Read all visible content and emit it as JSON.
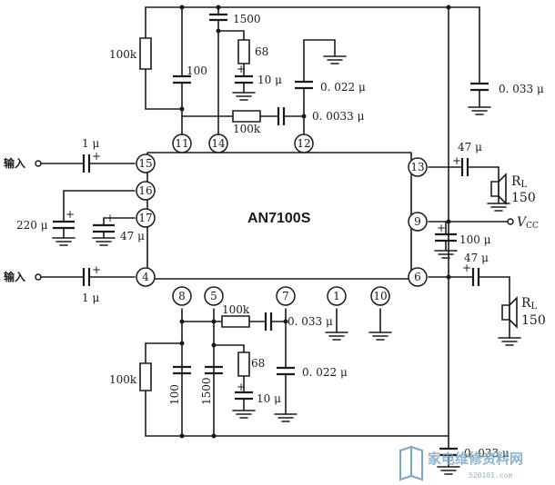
{
  "chip_name": "AN7100S",
  "input_label": "输入",
  "vcc": {
    "symbol": "V",
    "subscript": "CC"
  },
  "load": {
    "symbol": "R",
    "subscript": "L",
    "value": "150"
  },
  "pins": {
    "p11": "11",
    "p14": "14",
    "p12": "12",
    "p15": "15",
    "p16": "16",
    "p17": "17",
    "p4": "4",
    "p13": "13",
    "p9": "9",
    "p6": "6",
    "p8": "8",
    "p5": "5",
    "p7": "7",
    "p1": "1",
    "p10": "10"
  },
  "components": {
    "top_res_100k": "100k",
    "top_cap_100": "100",
    "cap_1500_top": "1500",
    "res_68_top": "68",
    "cap_10u_top": "10 μ",
    "cap_0022_top": "0. 022 μ",
    "res_100k_bridge_top": "100k",
    "cap_00033": "0. 0033 μ",
    "cap_0033_right": "0. 033 μ",
    "cap_1u_in1": "1 μ",
    "cap_220u": "220 μ",
    "cap_47u_p17": "47 μ",
    "cap_1u_in2": "1 μ",
    "cap_47u_out1": "47 μ",
    "cap_100u_vcc": "100 μ",
    "cap_47u_out2": "47 μ",
    "res_100k_bridge_bot": "100k",
    "cap_0033_bot": "0. 033 μ",
    "res_100k_bot_left": "100k",
    "cap_100_bot": "100",
    "cap_1500_bot": "1500",
    "res_68_bot": "68",
    "cap_10u_bot": "10 μ",
    "cap_0022_bot": "0. 022 μ",
    "cap_0033_bottom_right": "0. 033 μ"
  },
  "watermark": {
    "text": "家电维修资料网",
    "url": "520101.com"
  }
}
